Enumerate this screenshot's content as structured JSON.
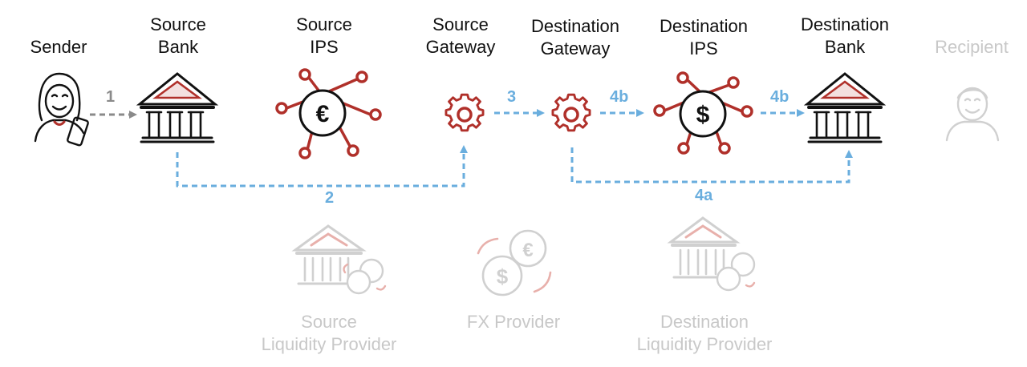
{
  "labels": {
    "sender": "Sender",
    "source_bank": [
      "Source",
      "Bank"
    ],
    "source_ips": [
      "Source",
      "IPS"
    ],
    "source_gateway": [
      "Source",
      "Gateway"
    ],
    "destination_gateway": [
      "Destination",
      "Gateway"
    ],
    "destination_ips": [
      "Destination",
      "IPS"
    ],
    "destination_bank": [
      "Destination",
      "Bank"
    ],
    "recipient": "Recipient",
    "source_liquidity_provider": [
      "Source",
      "Liquidity Provider"
    ],
    "fx_provider": "FX Provider",
    "destination_liquidity_provider": [
      "Destination",
      "Liquidity Provider"
    ]
  },
  "steps": {
    "s1": "1",
    "s2": "2",
    "s3": "3",
    "s4b_ips": "4b",
    "s4b_bank": "4b",
    "s4a": "4a"
  },
  "icons": {
    "source_ips_symbol": "€",
    "destination_ips_symbol": "$",
    "fx_symbol_back": "€",
    "fx_symbol_front": "$"
  },
  "colors": {
    "dark_red": "#b0302a",
    "arrow_blue": "#6aaede",
    "arrow_grey": "#8a8a8a",
    "faded": "#d0d0d0",
    "faded_red": "#e8b0ab"
  }
}
